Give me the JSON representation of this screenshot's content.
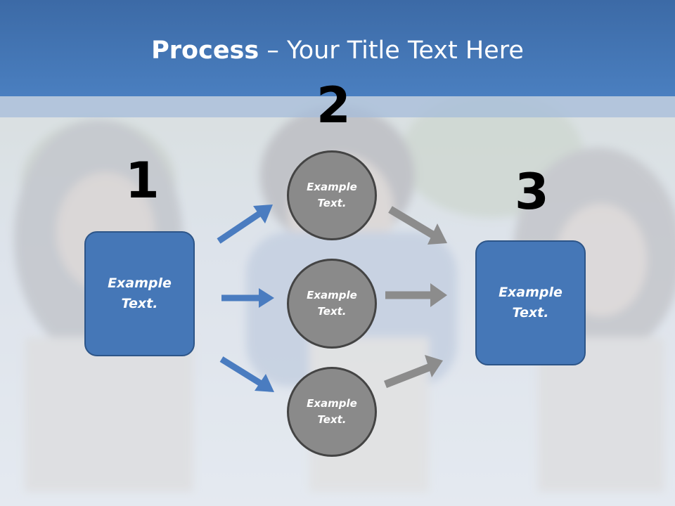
{
  "slide": {
    "title_bold": "Process",
    "title_rest": " – Your Title Text Here",
    "step_numbers": [
      "1",
      "2",
      "3"
    ],
    "left_box": "Example\nText.",
    "circles": [
      "Example\nText.",
      "Example\nText.",
      "Example\nText."
    ],
    "right_box": "Example\nText."
  },
  "colors": {
    "header": "#4a7fc0",
    "box_fill": "#4577b7",
    "circle_fill": "#8a8a8a",
    "blue_arrow": "#4a7cc0",
    "gray_arrow": "#8c8c8c"
  }
}
